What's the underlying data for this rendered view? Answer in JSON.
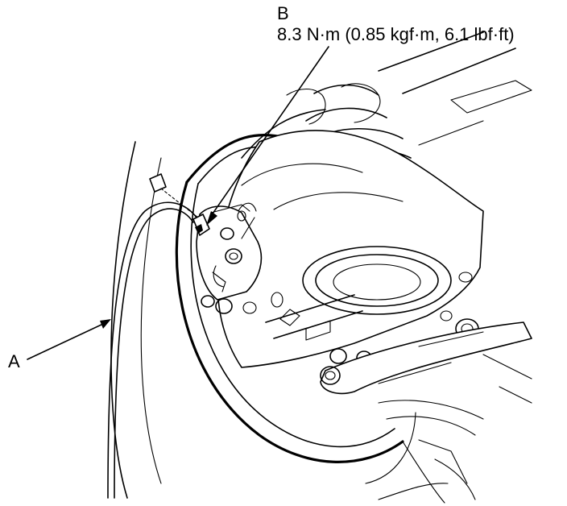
{
  "callouts": {
    "a": {
      "letter": "A"
    },
    "b": {
      "letter": "B",
      "spec": "8.3 N·m (0.85 kgf·m, 6.1 lbf·ft)"
    }
  },
  "colors": {
    "line": "#000000",
    "background": "#ffffff"
  }
}
